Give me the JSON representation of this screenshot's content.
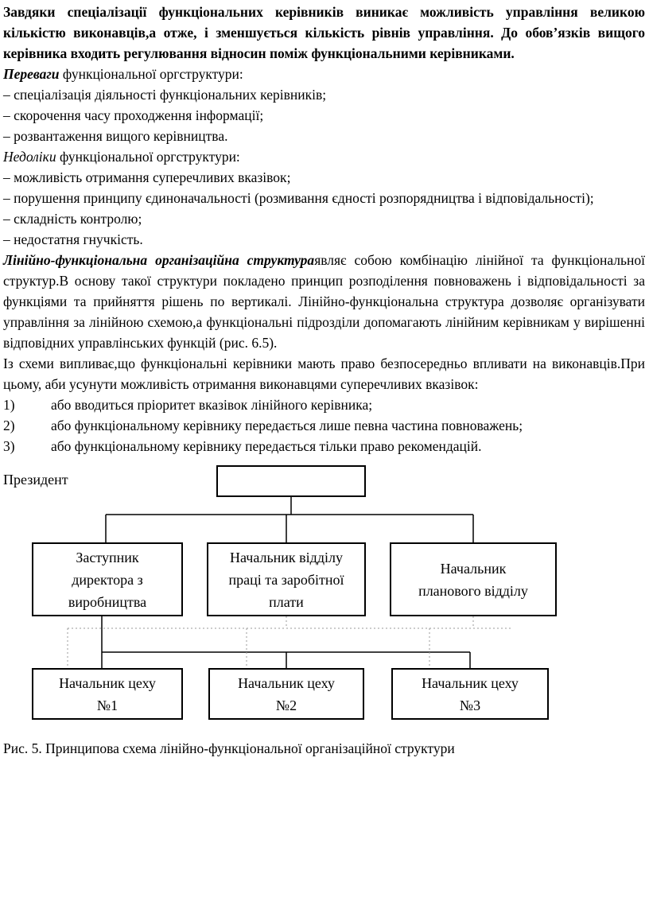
{
  "content": {
    "p1": "Завдяки спеціалізації функціональних керівників виникає можливість управління великою кількістю виконавців,а отже, і зменшується кількість рівнів управління. До обов’язків вищого керівника входить регулювання відносин поміж функціональними керівниками.",
    "advantages": {
      "lead": "Переваги",
      "rest": " функціональної оргструктури:",
      "items": [
        "– спеціалізація діяльності функціональних керівників;",
        "– скорочення часу проходження інформації;",
        "– розвантаження вищого керівництва."
      ]
    },
    "disadvantages": {
      "lead": "Недоліки",
      "rest": " функціональної оргструктури:",
      "items": [
        "– можливість отримання суперечливих вказівок;",
        "– порушення принципу єдиноначальності (розмивання єдності розпорядництва і відповідальності);",
        "– складність контролю;",
        "– недостатня гнучкість."
      ]
    },
    "linear_functional": {
      "lead": "Лінійно-функціональна організаційна структура",
      "rest": "являє собою комбінацію лінійної та функціональної структур.В основу такої структури покладено принцип розподілення повноважень і відповідальності за функціями та прийняття рішень по вертикалі. Лінійно-функціональна структура дозволяє організувати управління за лінійною схемою,а функціональні підрозділи допомагають лінійним керівникам у вирішенні відповідних управлінських функцій (рис. 6.5)."
    },
    "scheme_paragraph": "Із схеми випливає,що функціональні керівники мають право безпосередньо впливати на виконавців.При цьому, аби усунути можливість отримання виконавцями суперечливих вказівок:",
    "numbered_items": [
      {
        "num": "1)",
        "text": "або вводиться пріоритет вказівок лінійного керівника;"
      },
      {
        "num": "2)",
        "text": " або функціональному керівнику передається лише певна частина повноважень;"
      },
      {
        "num": "3)",
        "text": "або функціональному керівнику передається тільки право рекомендацій."
      }
    ]
  },
  "diagram": {
    "president_label": "Президент",
    "top_box": "",
    "level1": [
      "Заступник\nдиректора з\nвиробництва",
      "Начальник відділу\nпраці та заробітної\nплати",
      "Начальник\nпланового відділу"
    ],
    "level2": [
      "Начальник цеху\n№1",
      "Начальник цеху\n№2",
      "Начальник цеху\n№3"
    ]
  },
  "caption": "Рис. 5. Принципова схема лінійно-функціональної організаційної структури"
}
